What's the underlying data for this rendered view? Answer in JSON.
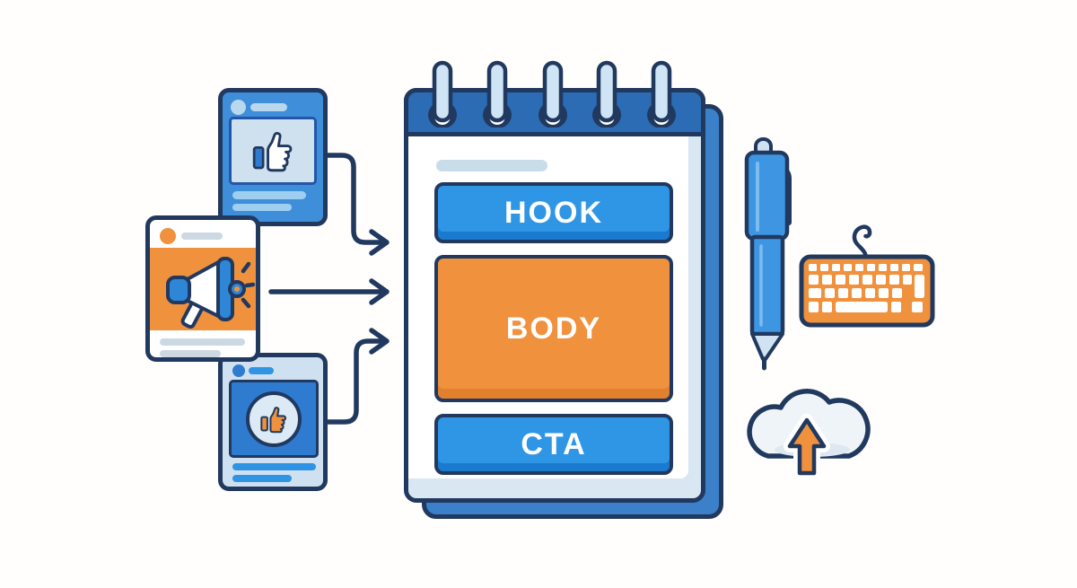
{
  "scene": {
    "title": "social posts to content structure illustration",
    "background": "#fffefd",
    "palette": {
      "outline": "#21395f",
      "bright_blue": "#2f96e6",
      "bright_blue_dark": "#1a7ad0",
      "band_blue": "#2b6cb5",
      "backpage_blue": "#3c80ca",
      "card_blue": "#3f8eda",
      "inner_blue": "#2e7bd0",
      "light_blue": "#cfe2f1",
      "pale_line": "#ccd9e3",
      "orange": "#f0913d",
      "orange_dark": "#e2802d",
      "white": "#ffffff"
    }
  },
  "posts": [
    {
      "id": "post-like",
      "icon": "thumbs-up-icon"
    },
    {
      "id": "post-megaphone",
      "icon": "megaphone-icon"
    },
    {
      "id": "post-like-circle",
      "icon": "thumbs-up-circle-icon"
    }
  ],
  "notepad": {
    "icon": "spiral-notepad-icon",
    "sections": [
      {
        "id": "hook",
        "label": "HOOK",
        "color": "#2f96e6"
      },
      {
        "id": "body",
        "label": "BODY",
        "color": "#f0913d"
      },
      {
        "id": "cta",
        "label": "CTA",
        "color": "#2f96e6"
      }
    ]
  },
  "side_icons": [
    {
      "id": "pen",
      "icon": "pen-icon"
    },
    {
      "id": "keyboard",
      "icon": "keyboard-icon"
    },
    {
      "id": "cloud-upload",
      "icon": "cloud-upload-icon"
    }
  ]
}
